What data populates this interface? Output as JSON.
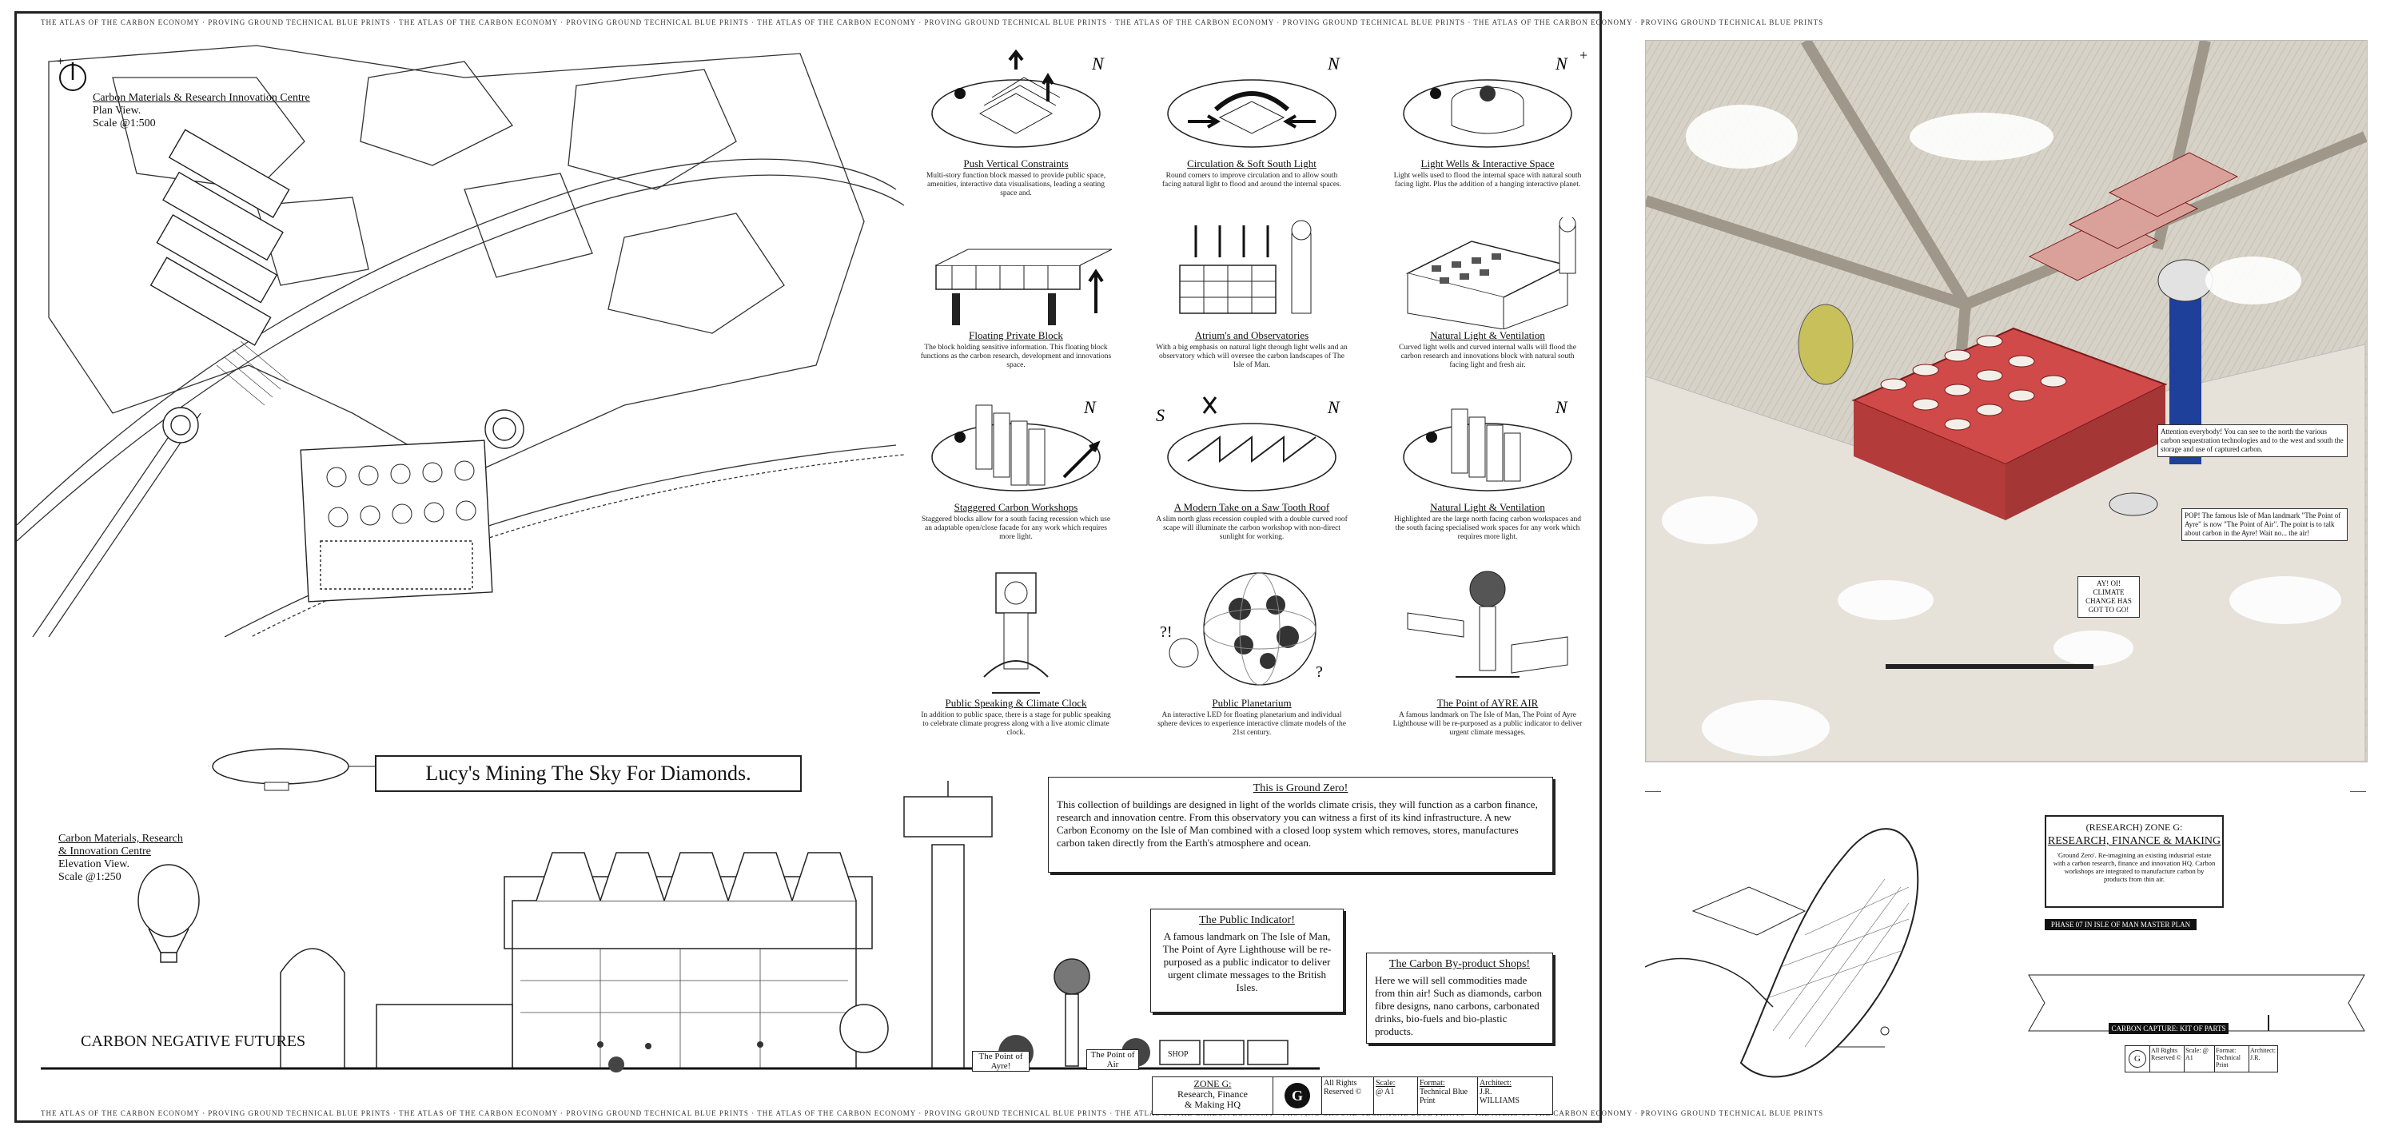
{
  "border": {
    "text": "THE ATLAS OF THE CARBON ECONOMY · PROVING GROUND TECHNICAL BLUE PRINTS · THE ATLAS OF THE CARBON ECONOMY · PROVING GROUND TECHNICAL BLUE PRINTS · THE ATLAS OF THE CARBON ECONOMY · PROVING GROUND TECHNICAL BLUE PRINTS · THE ATLAS OF THE CARBON ECONOMY · PROVING GROUND TECHNICAL BLUE PRINTS · THE ATLAS OF THE CARBON ECONOMY · PROVING GROUND TECHNICAL BLUE PRINTS"
  },
  "plan": {
    "title": "Carbon Materials & Research Innovation Centre",
    "view": "Plan View.",
    "scale": "Scale @1:500"
  },
  "elevation": {
    "title_line1": "Carbon Materials, Research",
    "title_line2": "& Innovation Centre",
    "view": "Elevation View.",
    "scale": "Scale @1:250",
    "ground_label": "CARBON NEGATIVE FUTURES"
  },
  "banner": {
    "text": "Lucy's Mining The Sky For Diamonds."
  },
  "diagrams": [
    {
      "title": "Push Vertical Constraints",
      "body": "Multi-story function block massed to provide public space, amenities, interactive data visualisations, leading a seating space and."
    },
    {
      "title": "Circulation & Soft South Light",
      "body": "Round corners to improve circulation and to allow south facing natural light to flood and around the internal spaces."
    },
    {
      "title": "Light Wells & Interactive Space",
      "body": "Light wells used to flood the internal space with natural south facing light. Plus the addition of a hanging interactive planet."
    },
    {
      "title": "Floating Private Block",
      "body": "The block holding sensitive information. This floating block functions as the carbon research, development and innovations space."
    },
    {
      "title": "Atrium's and Observatories",
      "body": "With a big emphasis on natural light through light wells and an observatory which will oversee the carbon landscapes of The Isle of Man."
    },
    {
      "title": "Natural Light & Ventilation",
      "body": "Curved light wells and curved internal walls will flood the carbon research and innovations block with natural south facing light and fresh air."
    },
    {
      "title": "Staggered Carbon Workshops",
      "body": "Staggered blocks allow for a south facing recession which use an adaptable open/close facade for any work which requires more light."
    },
    {
      "title": "A Modern Take on a Saw Tooth Roof",
      "body": "A slim north glass recession coupled with a double curved roof scape will illuminate the carbon workshop with non-direct sunlight for working."
    },
    {
      "title": "Natural Light & Ventilation",
      "body": "Highlighted are the large north facing carbon workspaces and the south facing specialised work spaces for any work which requires more light."
    },
    {
      "title": "Public Speaking & Climate Clock",
      "body": "In addition to public space, there is a stage for public speaking to celebrate climate progress along with a live atomic climate clock."
    },
    {
      "title": "Public Planetarium",
      "body": "An interactive LED for floating planetarium and individual sphere devices to experience interactive climate models of the 21st century."
    },
    {
      "title": "The Point of AYRE AIR",
      "body": "A famous landmark on The Isle of Man, The Point of Ayre Lighthouse will be re-purposed as a public indicator to deliver urgent climate messages."
    }
  ],
  "ground_zero": {
    "title": "This is Ground Zero!",
    "body": "This collection of buildings are designed in light of the worlds climate crisis, they will function as a carbon finance, research and innovation centre. From this observatory you can witness a first of its kind infrastructure. A new Carbon Economy on the Isle of Man combined with a closed loop system which removes, stores, manufactures carbon taken directly from the Earth's atmosphere and ocean."
  },
  "public_indicator": {
    "title": "The Public Indicator!",
    "body": "A famous landmark on The Isle of Man, The Point of Ayre Lighthouse will be re-purposed as a public indicator to deliver urgent climate messages to the British Isles."
  },
  "byproduct_shops": {
    "title": "The Carbon By-product Shops!",
    "body": "Here we will sell commodities made from thin air! Such as diamonds, carbon fibre designs, nano carbons, carbonated drinks, bio-fuels and bio-plastic products."
  },
  "signs": {
    "point_of_ayre": "The Point of Ayre!",
    "point_of_air": "The Point of Air",
    "shop": "SHOP"
  },
  "title_block": {
    "zone": "ZONE G:",
    "zone_name_1": "Research, Finance",
    "zone_name_2": "& Making HQ",
    "logo_letter": "G",
    "rights": "All Rights Reserved ©",
    "scale_label": "Scale:",
    "scale_value": "@ A1",
    "format_label": "Format:",
    "format_value": "Technical Blue Print",
    "architect_label": "Architect:",
    "architect_initials": "J.R.",
    "architect_name": "WILLIAMS"
  },
  "aerial": {
    "callout_1": "Attention everybody! You can see to the north the various carbon sequestration technologies and to the west and south the storage and use of captured carbon.",
    "callout_2": "POP! The famous Isle of Man landmark \"The Point of Ayre\" is now \"The Point of Air\". The point is to talk about carbon in the Ayre! Wait no... the air!",
    "callout_3": "AY! OI! CLIMATE CHANGE HAS GOT TO GO!"
  },
  "zone_panel": {
    "subtitle": "(RESEARCH) ZONE G:",
    "title": "RESEARCH, FINANCE & MAKING",
    "body": "'Ground Zero'. Re-imagining an existing industrial estate with a carbon research, finance and innovation HQ. Carbon workshops are integrated to manufacture carbon by products from thin air.",
    "phase_label": "PHASE 07 IN ISLE OF MAN MASTER PLAN",
    "kit_label": "CARBON CAPTURE: KIT OF PARTS",
    "tb_letter": "G",
    "tb_rights": "All Rights Reserved ©",
    "tb_scale": "Scale: @ A1",
    "tb_format": "Format: Technical Print",
    "tb_architect": "Architect: J.R."
  },
  "colors": {
    "ink": "#111111",
    "paper": "#ffffff",
    "aerial_ground": "#d7d2c7",
    "aerial_red": "#c0282a",
    "aerial_blue": "#1e3f9a",
    "aerial_dome": "#c8c05a"
  }
}
